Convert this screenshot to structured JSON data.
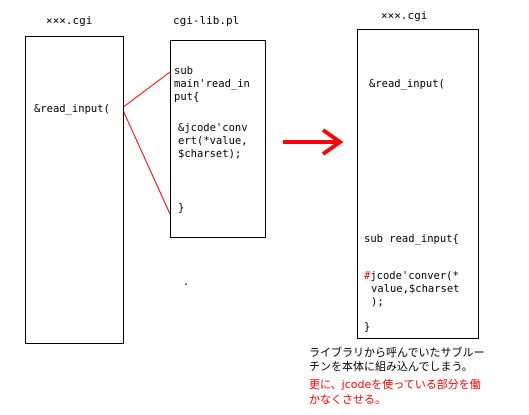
{
  "left_box": {
    "title": "×××.cgi",
    "code": "&read_input("
  },
  "middle_box": {
    "title": "cgi-lib.pl",
    "line1": "sub",
    "line2": "main'read_in",
    "line3": "put{",
    "line4": "&jcode'conv",
    "line5": "ert(*value,",
    "line6": "$charset);",
    "line7": "}",
    "dot": "."
  },
  "right_box": {
    "title": "×××.cgi",
    "call": "&read_input(",
    "sub_decl": "sub read_input{",
    "hash": "#",
    "jcode1": "jcode'conver(*",
    "jcode2": "value,$charset",
    "jcode3": ");",
    "close": "}"
  },
  "notes": {
    "line1": "ライブラリから呼んでいたサブルー",
    "line2": "チンを本体に組み込んでしまう。",
    "red_line1": "更に、jcodeを使っている部分を働",
    "red_line2": "かなくさせる。"
  },
  "colors": {
    "accent": "#ff0000",
    "border": "#000000"
  }
}
